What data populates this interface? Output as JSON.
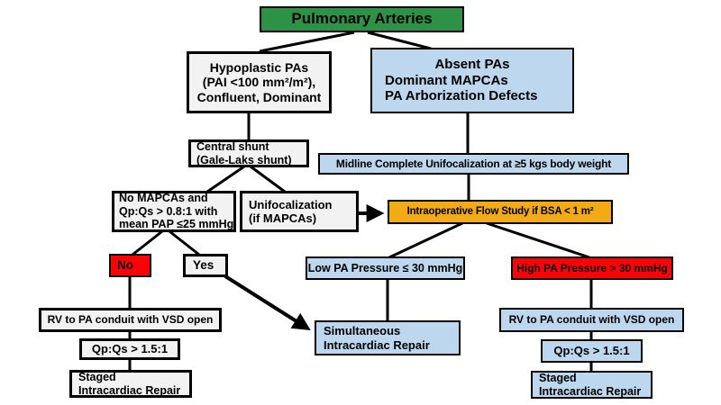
{
  "diagram_title": "Pulmonary Arteries",
  "colors": {
    "root_green": "#2D9246",
    "pathway_blue": "#BDD7EE",
    "flow_study_amber": "#F2AB15",
    "alert_red": "#FB0207",
    "box_gray": "#F2F2F2",
    "connector_black": "#000000"
  },
  "nodes": {
    "pulmonary": {
      "label": "Pulmonary Arteries"
    },
    "hypoplastic": {
      "lines": [
        "Hypoplastic PAs",
        "(PAI <100 mm²/m²),",
        "Confluent, Dominant"
      ]
    },
    "absent": {
      "lines": [
        "Absent PAs",
        "Dominant MAPCAs",
        "PA Arborization Defects"
      ]
    },
    "central_shunt": {
      "lines": [
        "Central shunt",
        "(Gale-Laks shunt)"
      ]
    },
    "midline": {
      "label": "Midline Complete Unifocalization at ≥5 kgs body weight"
    },
    "no_mapcas": {
      "lines": [
        "No MAPCAs and",
        "Qp:Qs > 0.8:1 with",
        "mean PAP ≤25 mmHg"
      ]
    },
    "unifocalization": {
      "lines": [
        "Unifocalization",
        "(if MAPCAs)"
      ]
    },
    "flow_study": {
      "label": "Intraoperative Flow Study if BSA < 1 m²"
    },
    "decision_no": {
      "label": "No"
    },
    "decision_yes": {
      "label": "Yes"
    },
    "low_pressure": {
      "label": "Low PA Pressure ≤ 30 mmHg"
    },
    "high_pressure": {
      "label": "High PA Pressure > 30 mmHg"
    },
    "rv_conduit_left": {
      "label": "RV to PA conduit with VSD open"
    },
    "qpqs_left": {
      "label": "Qp:Qs > 1.5:1"
    },
    "staged_left": {
      "lines": [
        "Staged",
        "Intracardiac Repair"
      ]
    },
    "simultaneous": {
      "lines": [
        "Simultaneous",
        "Intracardiac Repair"
      ]
    },
    "rv_conduit_right": {
      "label": "RV to PA conduit with VSD open"
    },
    "qpqs_right": {
      "label": "Qp:Qs > 1.5:1"
    },
    "staged_right": {
      "lines": [
        "Staged",
        "Intracardiac Repair"
      ]
    }
  }
}
